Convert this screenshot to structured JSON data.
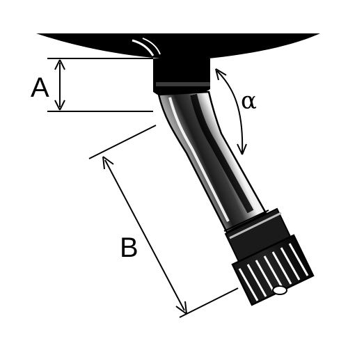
{
  "labels": {
    "a": "A",
    "b": "B",
    "alpha": "α"
  },
  "colors": {
    "ink": "#000000",
    "paper": "#ffffff",
    "chrome_mid": "#7a7a7a",
    "chrome_light": "#d9d9d9"
  },
  "icons": {
    "part": "angled-tire-valve-stem-icon"
  }
}
